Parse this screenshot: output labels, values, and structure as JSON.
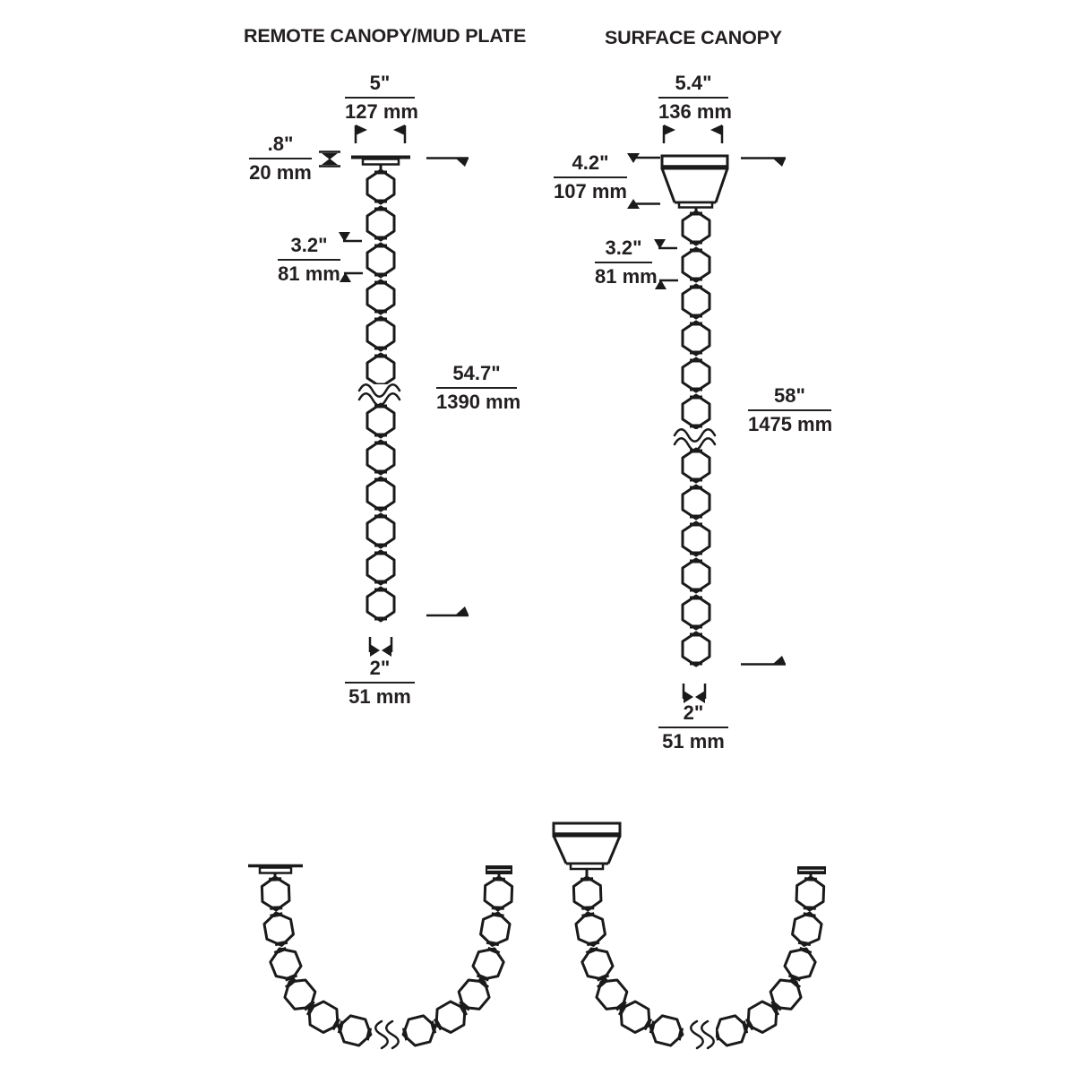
{
  "titles": {
    "left": "REMOTE CANOPY/MUD PLATE",
    "right": "SURFACE CANOPY"
  },
  "dimensions": {
    "remote": {
      "width_top": {
        "inches": "5\"",
        "metric": "127 mm"
      },
      "plate_thickness": {
        "inches": ".8\"",
        "metric": "20 mm"
      },
      "link": {
        "inches": "3.2\"",
        "metric": "81 mm"
      },
      "overall": {
        "inches": "54.7\"",
        "metric": "1390 mm"
      },
      "width_bottom": {
        "inches": "2\"",
        "metric": "51 mm"
      }
    },
    "surface": {
      "width_top": {
        "inches": "5.4\"",
        "metric": "136 mm"
      },
      "canopy_height": {
        "inches": "4.2\"",
        "metric": "107 mm"
      },
      "link": {
        "inches": "3.2\"",
        "metric": "81 mm"
      },
      "overall": {
        "inches": "58\"",
        "metric": "1475 mm"
      },
      "width_bottom": {
        "inches": "2\"",
        "metric": "51 mm"
      }
    }
  },
  "colors": {
    "ink": "#1a1a1a",
    "background": "#ffffff"
  }
}
